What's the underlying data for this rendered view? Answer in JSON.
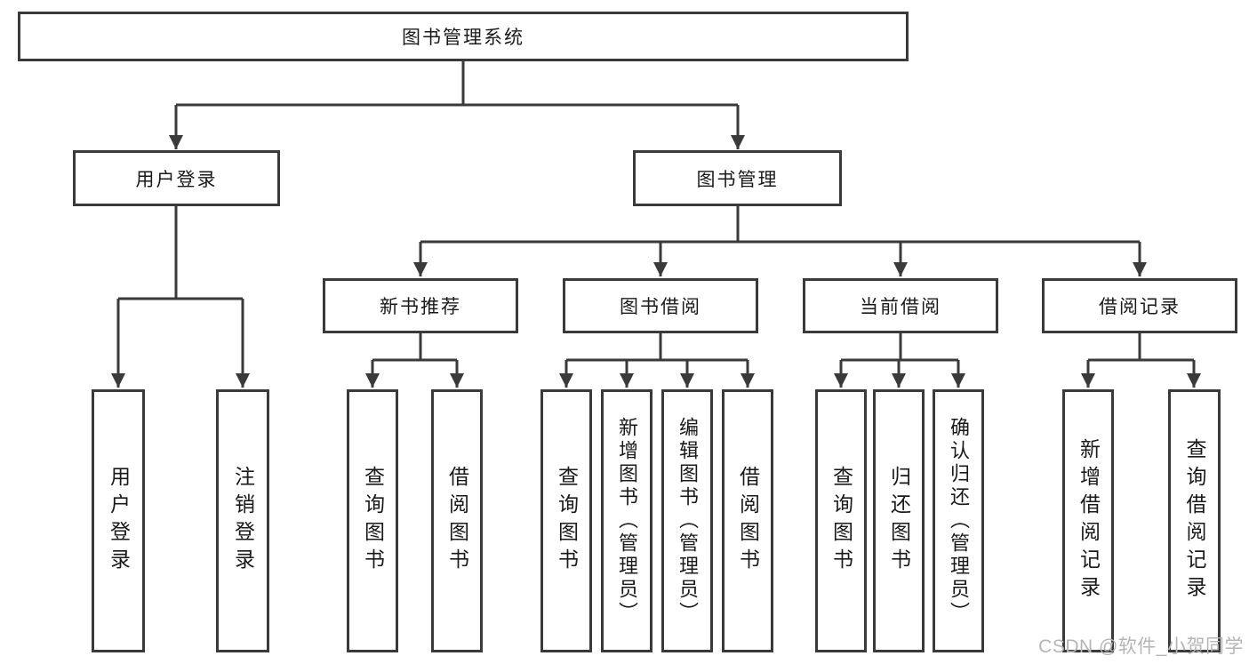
{
  "diagram": {
    "root": {
      "label": "图书管理系统"
    },
    "level2": [
      {
        "id": "user-login",
        "label": "用户登录"
      },
      {
        "id": "book-management",
        "label": "图书管理"
      }
    ],
    "level3": [
      {
        "id": "new-book-recommend",
        "label": "新书推荐",
        "parent": "图书管理"
      },
      {
        "id": "book-borrowing",
        "label": "图书借阅",
        "parent": "图书管理"
      },
      {
        "id": "current-borrowing",
        "label": "当前借阅",
        "parent": "图书管理"
      },
      {
        "id": "borrowing-records",
        "label": "借阅记录",
        "parent": "图书管理"
      }
    ],
    "leaves": [
      {
        "id": "user-login-action",
        "label": "用户登录",
        "parent": "用户登录"
      },
      {
        "id": "logout-action",
        "label": "注销登录",
        "parent": "用户登录"
      },
      {
        "id": "query-books-recommend",
        "label": "查询图书",
        "parent": "新书推荐"
      },
      {
        "id": "borrow-books-recommend",
        "label": "借阅图书",
        "parent": "新书推荐"
      },
      {
        "id": "query-books-borrowing",
        "label": "查询图书",
        "parent": "图书借阅"
      },
      {
        "id": "add-books-admin",
        "label": "新增图书（管理员）",
        "parent": "图书借阅"
      },
      {
        "id": "edit-books-admin",
        "label": "编辑图书（管理员）",
        "parent": "图书借阅"
      },
      {
        "id": "borrow-books-borrowing",
        "label": "借阅图书",
        "parent": "图书借阅"
      },
      {
        "id": "query-books-current",
        "label": "查询图书",
        "parent": "当前借阅"
      },
      {
        "id": "return-books",
        "label": "归还图书",
        "parent": "当前借阅"
      },
      {
        "id": "confirm-return-admin",
        "label": "确认归还（管理员）",
        "parent": "当前借阅"
      },
      {
        "id": "add-borrow-record",
        "label": "新增借阅记录",
        "parent": "借阅记录"
      },
      {
        "id": "query-borrow-record",
        "label": "查询借阅记录",
        "parent": "借阅记录"
      }
    ],
    "watermark": "CSDN @软件_小贺同学",
    "colors": {
      "line": "#3a3a3a",
      "text": "#1a1a1a",
      "watermark": "#b5b5b5",
      "background": "#ffffff"
    }
  }
}
